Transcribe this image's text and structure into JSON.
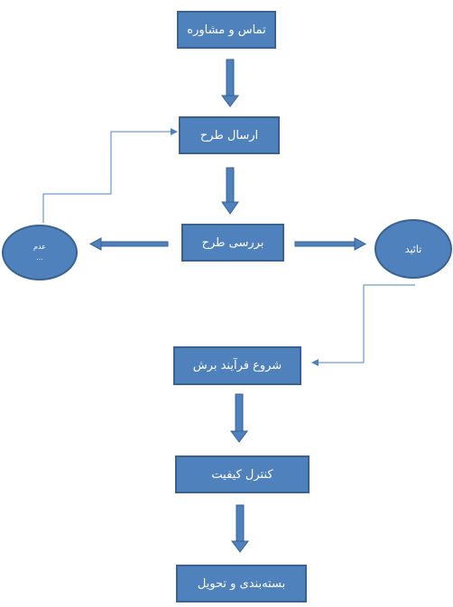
{
  "nodes": {
    "contact": "تماس و مشاوره",
    "submit": "ارسال طرح",
    "review": "بررسی طرح",
    "rejected_line1": "عدم",
    "rejected_line2": "...",
    "approved": "تائید",
    "cutting": "شروع فرآیند برش",
    "quality": "کنترل کیفیت",
    "delivery": "بسته‌بندی و تحویل"
  },
  "colors": {
    "node_fill": "#4f81bd",
    "node_border": "#3a6290",
    "arrow": "#3a6290",
    "connector": "#4f81bd"
  }
}
